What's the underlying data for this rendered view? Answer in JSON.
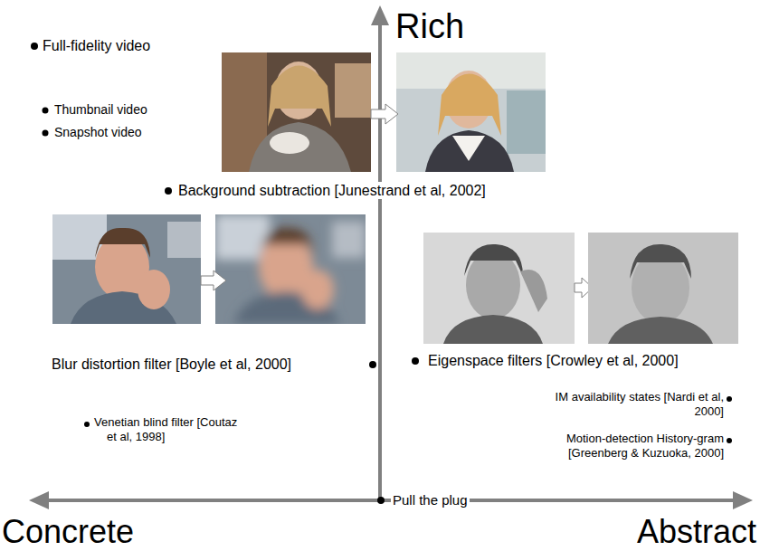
{
  "diagram": {
    "labels": [
      "Rich",
      "Full-fidelity video",
      "Thumbnail video",
      "Snapshot video",
      "Background subtraction [Junestrand et al, 2002]",
      "Blur distortion filter [Boyle et al, 2000]",
      "Eigenspace filters [Crowley et al, 2000]",
      "IM availability states [Nardi et al, 2000]",
      "Motion-detection History-gram [Greenberg & Kuzuoka, 2000]",
      "Venetian blind filter [Coutaz et al, 1998]",
      "Pull the plug",
      "Concrete",
      "Abstract"
    ]
  }
}
